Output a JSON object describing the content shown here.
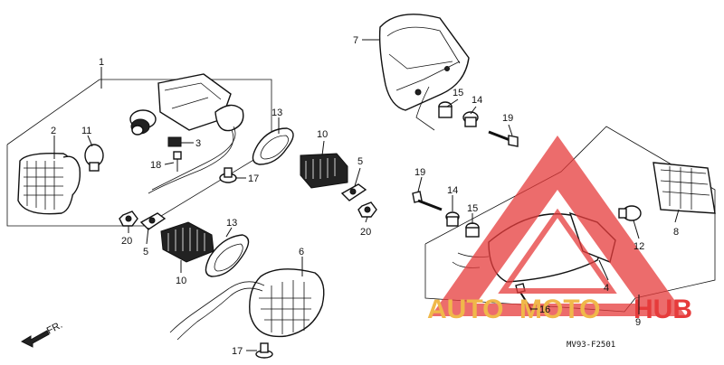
{
  "diagram": {
    "callouts": [
      "1",
      "2",
      "11",
      "3",
      "18",
      "17",
      "13",
      "10",
      "5",
      "20",
      "7",
      "15",
      "14",
      "19",
      "8",
      "12",
      "4",
      "16",
      "9",
      "6"
    ],
    "drawing_code": "MV93-F2501",
    "front_marker": "FR."
  },
  "watermark": {
    "part1": "AUTO",
    "part2": "MOTO",
    "part3": "HUB",
    "color_gold": "#f0b84a",
    "color_red": "#e63b3b"
  }
}
